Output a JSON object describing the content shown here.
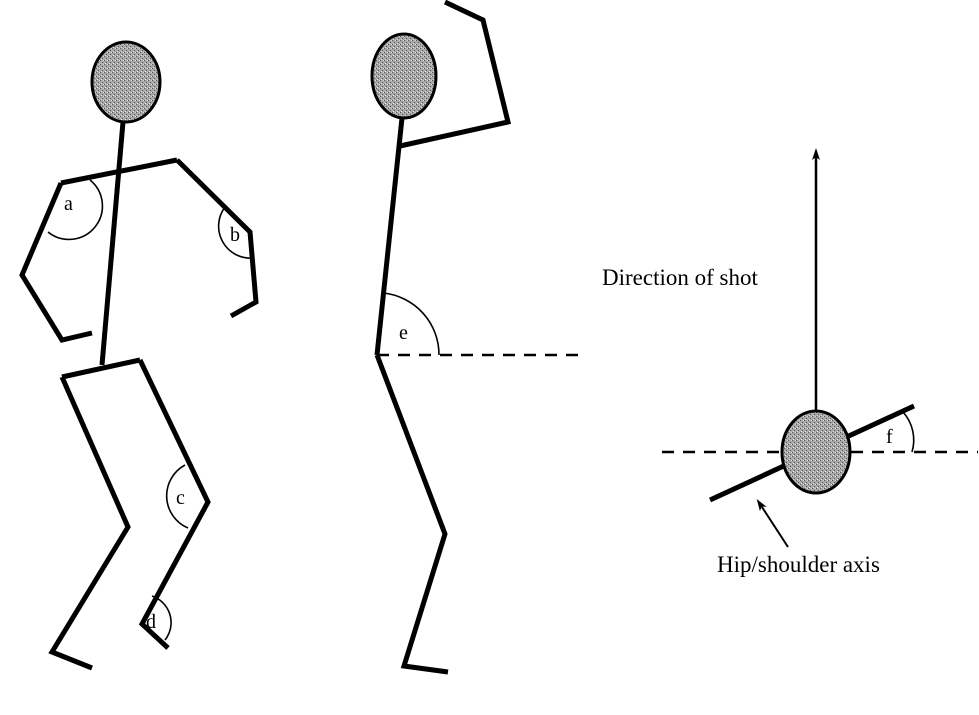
{
  "colors": {
    "line": "#000000",
    "head_fill": "#9a9a9a",
    "background": "#ffffff"
  },
  "angle_labels": {
    "a": "a",
    "b": "b",
    "c": "c",
    "d": "d",
    "e": "e",
    "f": "f"
  },
  "captions": {
    "direction": "Direction of shot",
    "axis": "Hip/shoulder axis"
  }
}
